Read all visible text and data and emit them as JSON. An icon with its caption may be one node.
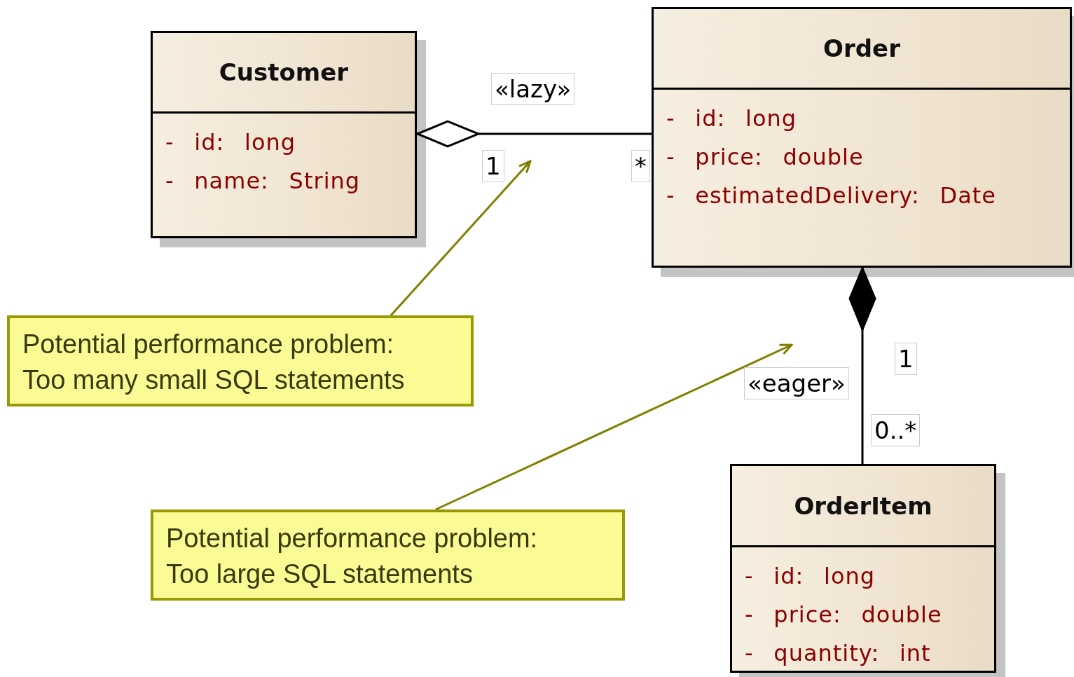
{
  "diagram": {
    "nodes": [
      {
        "text": [
          "Customer",
          "- id: long",
          "- name: String"
        ]
      },
      {
        "text": [
          "Order",
          "- id: long",
          "- price: double",
          "- estimatedDelivery: Date"
        ]
      },
      {
        "text": [
          "OrderItem",
          "- id: long",
          "- price: double",
          "- quantity: int"
        ]
      },
      {
        "text": [
          "Potential performance problem: Too many small SQL statements"
        ]
      },
      {
        "text": [
          "Potential performance problem: Too large SQL statements"
        ]
      }
    ],
    "edges": [
      {
        "from": 0,
        "to": 1,
        "arrow": "other",
        "label": "«lazy»"
      },
      {
        "from": 1,
        "to": 2,
        "arrow": "other",
        "label": "«eager»"
      },
      {
        "from": 3,
        "to": null,
        "arrow": "to",
        "color": "#808000"
      },
      {
        "from": 4,
        "to": null,
        "arrow": "to",
        "color": "#808000"
      }
    ],
    "labels": [
      "1",
      "*",
      "1",
      "0..*"
    ]
  }
}
